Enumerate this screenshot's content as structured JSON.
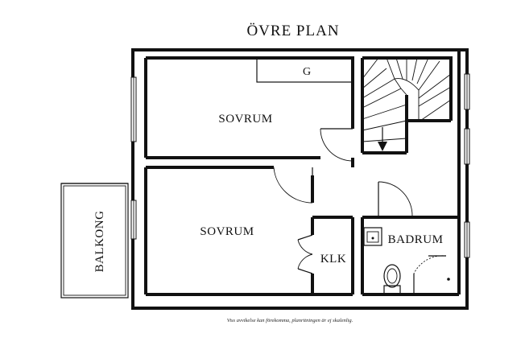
{
  "plan": {
    "title": "ÖVRE PLAN",
    "rooms": {
      "g": "G",
      "bedroom_upper": "SOVRUM",
      "bedroom_lower": "SOVRUM",
      "balcony": "BALKONG",
      "closet": "KLK",
      "bathroom": "BADRUM"
    },
    "footnote": "Viss avvikelse kan förekomma, planritningen är ej skalenlig."
  }
}
